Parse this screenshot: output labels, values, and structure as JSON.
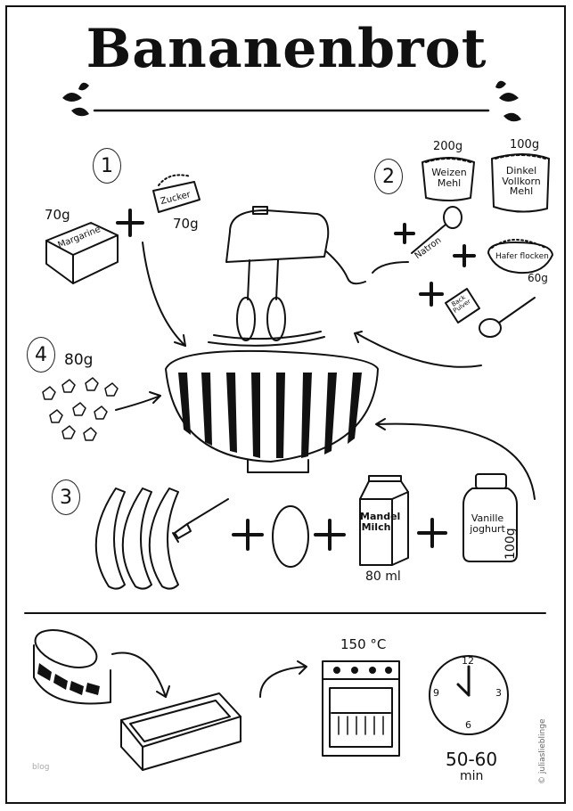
{
  "title": "Bananenbrot",
  "steps": [
    "1",
    "2",
    "3",
    "4"
  ],
  "ingredients": {
    "margarine": {
      "amount": "70g",
      "label": "Margarine"
    },
    "zucker": {
      "amount": "70g",
      "label": "Zucker"
    },
    "weizenmehl": {
      "amount": "200g",
      "label": "Weizen Mehl"
    },
    "dinkelmehl": {
      "amount": "100g",
      "label": "Dinkel Vollkorn Mehl"
    },
    "natron": {
      "label": "Natron"
    },
    "haferflocken": {
      "amount": "60g",
      "label": "Hafer flocken"
    },
    "backpulver": {
      "label": "Back Pulver"
    },
    "nuts": {
      "amount": "80g"
    },
    "mandelmilch": {
      "amount": "80 ml",
      "label": "Mandel Milch"
    },
    "joghurt": {
      "amount": "100g",
      "label": "Vanille joghurt"
    }
  },
  "oven": {
    "temperature": "150 °C"
  },
  "clock": {
    "numbers": [
      "12",
      "3",
      "6",
      "9"
    ]
  },
  "bake_time": {
    "value": "50-60",
    "unit": "min"
  },
  "watermark": "blog",
  "credit": "© juliaslieblinge"
}
